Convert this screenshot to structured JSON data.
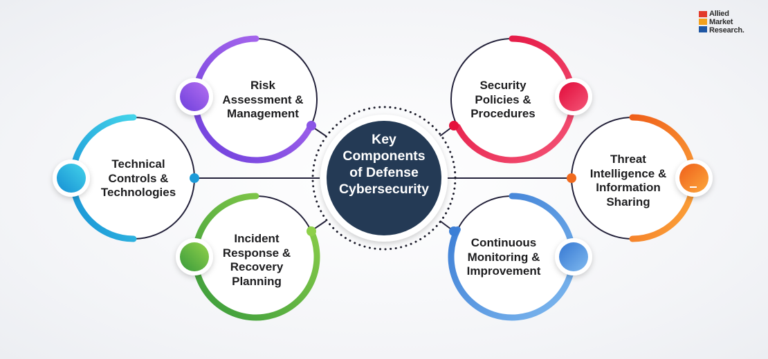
{
  "center": {
    "lines": [
      "Key",
      "Components",
      "of Defense",
      "Cybersecurity"
    ]
  },
  "nodes": [
    {
      "id": "risk",
      "lines": [
        "Risk",
        "Assessment &",
        "Management"
      ],
      "icon": "purple-dot-icon",
      "colors": [
        "#7b4ae0",
        "#b86ef2"
      ]
    },
    {
      "id": "technical",
      "lines": [
        "Technical",
        "Controls &",
        "Technologies"
      ],
      "icon": "cyan-dot-icon",
      "colors": [
        "#1b9ad8",
        "#3fd0ea"
      ]
    },
    {
      "id": "incident",
      "lines": [
        "Incident",
        "Response &",
        "Recovery",
        "Planning"
      ],
      "icon": "green-dot-icon",
      "colors": [
        "#3f9e3d",
        "#8ed04a"
      ]
    },
    {
      "id": "security",
      "lines": [
        "Security",
        "Policies &",
        "Procedures"
      ],
      "icon": "red-dot-icon",
      "colors": [
        "#e5103c",
        "#f04a6e"
      ]
    },
    {
      "id": "threat",
      "lines": [
        "Threat",
        "Intelligence &",
        "Information",
        "Sharing"
      ],
      "icon": "orange-dot-icon",
      "colors": [
        "#f06a1e",
        "#fba13a"
      ]
    },
    {
      "id": "continuous",
      "lines": [
        "Continuous",
        "Monitoring &",
        "Improvement"
      ],
      "icon": "blue-dot-icon",
      "colors": [
        "#3c7fd6",
        "#79b4ee"
      ]
    }
  ],
  "logo": {
    "lines": [
      "Allied",
      "Market",
      "Research."
    ],
    "colors": [
      "#e23a2b",
      "#f3a11d",
      "#1f57a4"
    ]
  }
}
